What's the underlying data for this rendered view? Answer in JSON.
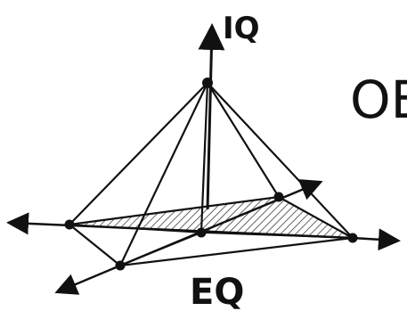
{
  "labels": {
    "top_axis": "IQ",
    "bottom_axis": "EQ",
    "cropped_text": "ОБ"
  },
  "colors": {
    "ink": "#111111",
    "background": "#ffffff"
  }
}
